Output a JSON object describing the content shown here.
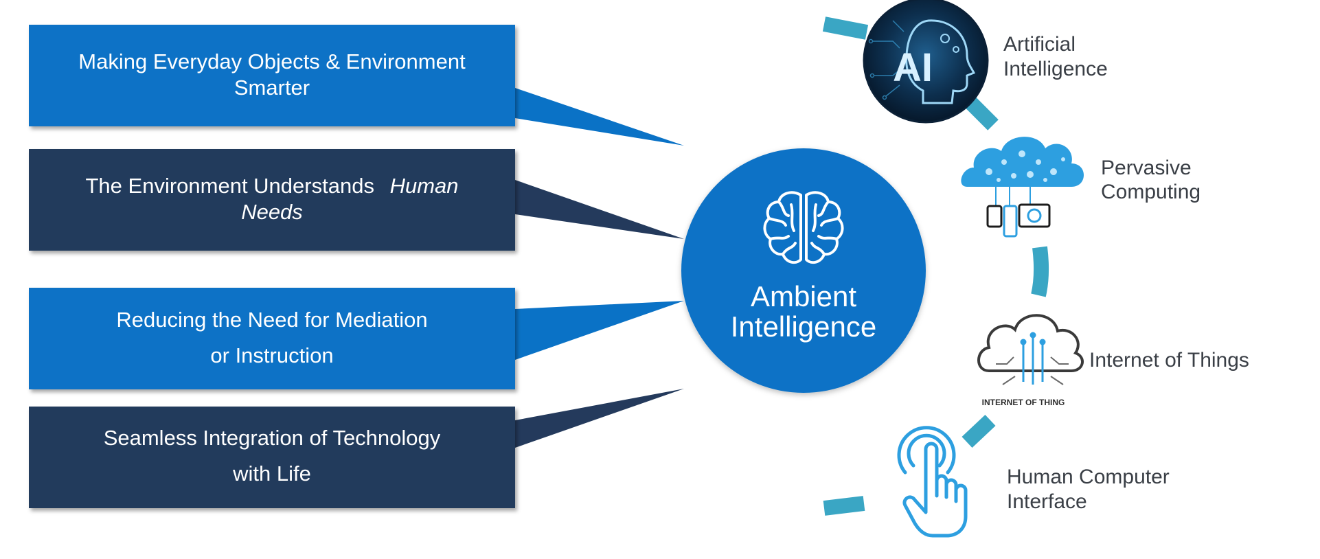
{
  "colors": {
    "light_blue": "#0a72c6",
    "dark_navy": "#243a5c",
    "arc_teal": "#3aa6c4",
    "icon_blue": "#2d9fe0"
  },
  "boxes": [
    {
      "line1": "Making  Everyday Objects & Environment",
      "line2": "Smarter",
      "tone": "light"
    },
    {
      "line1": "The  Environment  Understands",
      "line1_italic": "Human",
      "line2": "Needs",
      "tone": "dark"
    },
    {
      "line1": "Reducing  the Need for Mediation",
      "line2": "or Instruction",
      "tone": "light"
    },
    {
      "line1": "Seamless  Integration  of Technology",
      "line2": "with Life",
      "tone": "dark"
    }
  ],
  "center": {
    "icon": "brain-icon",
    "line1": "Ambient",
    "line2": "Intelligence"
  },
  "technologies": [
    {
      "icon": "ai-head-icon",
      "icon_text": "AI",
      "line1": "Artificial",
      "line2": "Intelligence"
    },
    {
      "icon": "cloud-network-icon",
      "line1": "Pervasive",
      "line2": "Computing"
    },
    {
      "icon": "iot-cloud-icon",
      "caption": "INTERNET OF THING",
      "line1": "Internet of Things"
    },
    {
      "icon": "touch-hand-icon",
      "line1": "Human  Computer",
      "line2": "Interface"
    }
  ]
}
